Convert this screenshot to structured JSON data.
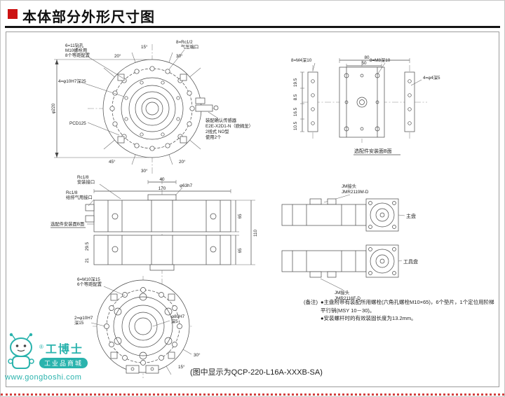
{
  "header": {
    "title": "本体部分外形尺寸图"
  },
  "colors": {
    "accent_red": "#cc1212",
    "logo_teal": "#2ab3ad",
    "line": "#474747"
  },
  "front_view": {
    "bolt_note_1": "6=11钻孔",
    "bolt_note_2": "M10螺栓用",
    "bolt_note_3": "8个等距配置",
    "pin_note": "4=φ10H7深25",
    "port_note_1": "8=Rc1/2",
    "port_note_2": "气压端口",
    "dim_outer": "φ220",
    "dim_pcd": "PCD125",
    "angle_top_1": "20°",
    "angle_top_2": "15°",
    "angle_top_3": "30°",
    "angle_bottom_1": "45°",
    "angle_bottom_2": "30°",
    "angle_bottom_3": "20°",
    "sensor_1": "装配确认传感器",
    "sensor_2": "E2E-X2D1-N（欧姆龙）",
    "sensor_3": "2线式 NO型",
    "sensor_4": "使用2个"
  },
  "bface_view": {
    "m4_note": "8=M4深10",
    "m8_note": "8=M8深10",
    "d4_note": "4=φ4深5",
    "dim_80": "80",
    "dim_50": "50",
    "dim_l1": "19.5",
    "dim_l2": "8.5",
    "dim_l3": "16.5",
    "dim_l4": "10.5",
    "caption": "选配件安装面B面"
  },
  "side_view": {
    "rc_mount_1": "Rc1/8",
    "rc_mount_2": "安装接口",
    "rc_air_1": "Rc1/8",
    "rc_air_2": "给排气用接口",
    "bface_note": "选配件安装面B面",
    "dim_40": "40",
    "dim_63": "φ63h7",
    "dim_170": "170",
    "dim_65a": "65",
    "dim_65b": "65",
    "dim_110": "110",
    "dim_295": "29.5",
    "dim_21": "21"
  },
  "plates_view": {
    "jm_top_1": "JM接头",
    "jm_top_2": "JMR2119M-D",
    "master": "主盘",
    "tool": "工具盘",
    "jm_bot_1": "JM接头",
    "jm_bot_2": "JMR2116F-D"
  },
  "tool_view": {
    "m10_note_1": "6=M10深15",
    "m10_note_2": "6个等距配置",
    "pin_note_1": "2=φ10H7",
    "pin_note_2": "深15",
    "bore_note_1": "φ80H7",
    "bore_note_2": "深5",
    "angle_1": "15°",
    "angle_2": "30°"
  },
  "notes": {
    "label": "(备注)",
    "bullet_1": "●主盘附带有装配所用螺栓(六角孔螺栓M10×65)，6个垫片，1个定位用阶梯平行销(MSY 10－30)。",
    "bullet_2": "●安装螺杆时的有效装固长度为13.2mm。"
  },
  "footer": {
    "caption": "(图中显示为QCP-220-L16A-XXXB-SA)"
  },
  "logo": {
    "registered": "®",
    "name": "工博士",
    "tagline": "工业品商城",
    "url": "www.gongboshi.com"
  }
}
